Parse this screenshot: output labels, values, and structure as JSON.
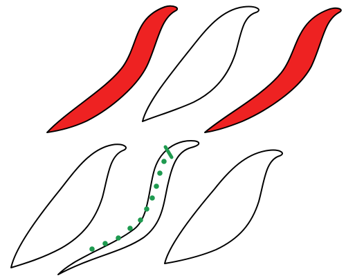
{
  "colors": {
    "background": "#ffffff",
    "outline": "#000000",
    "filled": "#ee2222",
    "marker": "#1e9a4f"
  },
  "shapes": [
    {
      "id": "shape-1",
      "kind": "thin",
      "fill": "filled"
    },
    {
      "id": "shape-2",
      "kind": "wide",
      "fill": "none"
    },
    {
      "id": "shape-3",
      "kind": "thin",
      "fill": "filled"
    },
    {
      "id": "shape-4",
      "kind": "wide",
      "fill": "none"
    },
    {
      "id": "shape-5",
      "kind": "medium",
      "fill": "none",
      "markers": true
    },
    {
      "id": "shape-6",
      "kind": "wide",
      "fill": "none"
    }
  ]
}
